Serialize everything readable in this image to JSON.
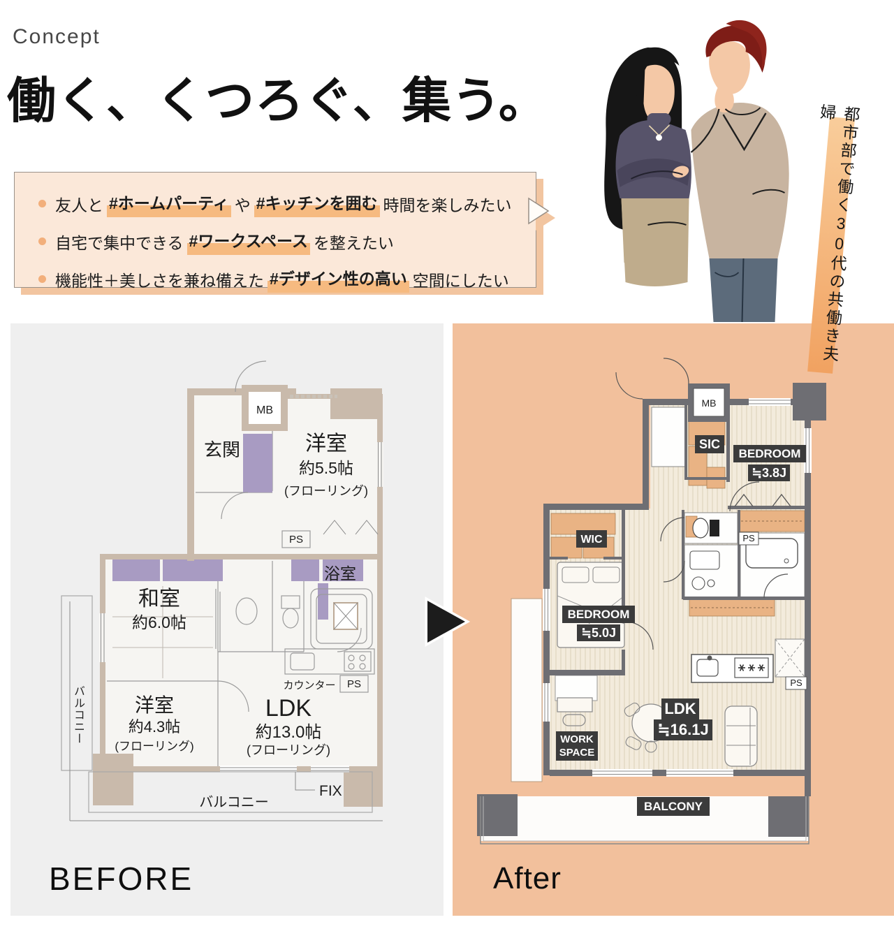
{
  "header": {
    "eyebrow": "Concept",
    "title": "働く、くつろぐ、集う。"
  },
  "speech_box": {
    "bullets": [
      {
        "pre": "友人と",
        "tag1": "#ホームパーティ",
        "mid": "や",
        "tag2": "#キッチンを囲む",
        "post": "時間を楽しみたい"
      },
      {
        "pre": "自宅で集中できる",
        "tag1": "#ワークスペース",
        "mid": "",
        "tag2": "",
        "post": "を整えたい"
      },
      {
        "pre": "機能性＋美しさを兼ね備えた",
        "tag1": "#デザイン性の高い",
        "mid": "",
        "tag2": "",
        "post": "空間にしたい"
      }
    ]
  },
  "persona": {
    "vertical_text": "都市部で働く30代の共働き夫婦"
  },
  "before": {
    "label": "BEFORE",
    "rooms": {
      "mb": "MB",
      "genkan": "玄関",
      "west1_name": "洋室",
      "west1_size": "約5.5帖",
      "west1_floor": "(フローリング)",
      "ps_top": "PS",
      "bath": "浴室",
      "washitsu_name": "和室",
      "washitsu_size": "約6.0帖",
      "west2_name": "洋室",
      "west2_size": "約4.3帖",
      "west2_floor": "(フローリング)",
      "ldk_name": "LDK",
      "ldk_size": "約13.0帖",
      "ldk_floor": "(フローリング)",
      "counter": "カウンター",
      "ps_bottom": "PS",
      "balcony_side": "バルコニー",
      "balcony_bottom": "バルコニー",
      "fix": "FIX"
    }
  },
  "after": {
    "label": "After",
    "rooms": {
      "mb": "MB",
      "sic": "SIC",
      "bedroom1_name": "BEDROOM",
      "bedroom1_size": "≒3.8J",
      "ps_top": "PS",
      "wic": "WIC",
      "bedroom2_name": "BEDROOM",
      "bedroom2_size": "≒5.0J",
      "ldk_name": "LDK",
      "ldk_size": "≒16.1J",
      "ps_mid": "PS",
      "work_line1": "WORK",
      "work_line2": "SPACE",
      "balcony": "BALCONY"
    }
  },
  "colors": {
    "panel_before_bg": "#EFEFEF",
    "panel_after_bg": "#F2C09C",
    "speech_box_bg": "#FBE8D9",
    "speech_box_shadow": "#F2C5A0",
    "hashtag_highlight": "#F6BA80",
    "persona_bar": "#F4AC6B",
    "badge_dark": "#3B3B3B",
    "wall_before": "#C9BAAB",
    "closet_purple": "#A89BC2",
    "wall_after": "#6E6E73",
    "furniture_orange": "#E9B384"
  }
}
